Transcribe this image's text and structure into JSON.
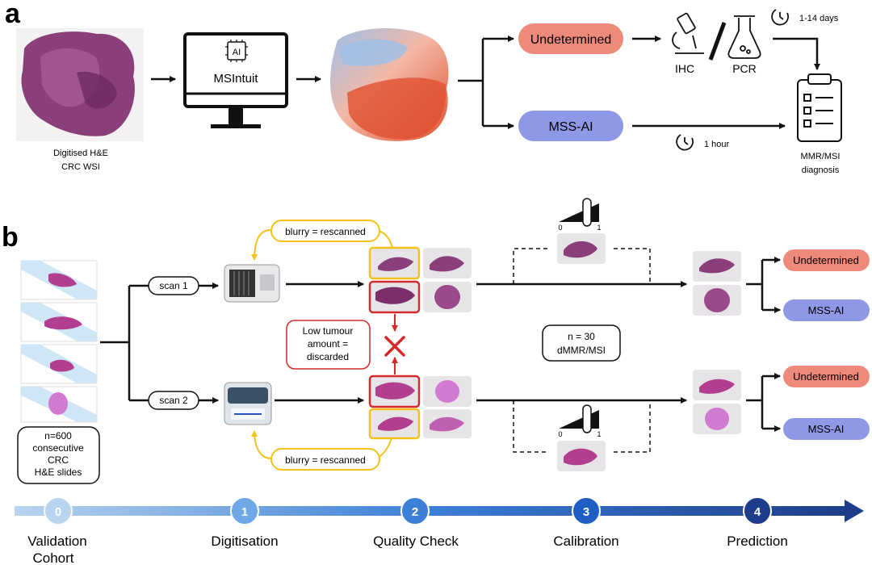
{
  "panel_a": {
    "letter": "a",
    "input_caption": [
      "Digitised H&E",
      "CRC WSI"
    ],
    "model_chip": "AI",
    "model_name": "MSIntuit",
    "outcome_undetermined": "Undetermined",
    "outcome_mss": "MSS-AI",
    "test_ihc": "IHC",
    "test_pcr": "PCR",
    "slow_time": "1-14 days",
    "fast_time": "1 hour",
    "diagnosis": [
      "MMR/MSI",
      "diagnosis"
    ]
  },
  "panel_b": {
    "letter": "b",
    "scan1": "scan 1",
    "scan2": "scan 2",
    "rescan_top": "blurry = rescanned",
    "rescan_bottom": "blurry = rescanned",
    "discard_note": [
      "Low tumour",
      "amount =",
      "discarded"
    ],
    "cohort": [
      "n=600",
      "consecutive",
      "CRC",
      "H&E slides"
    ],
    "n30": [
      "n = 30",
      "dMMR/MSI"
    ],
    "threshold_min": "0",
    "threshold_max": "1",
    "outcome_undetermined": "Undetermined",
    "outcome_mss": "MSS-AI"
  },
  "timeline": {
    "steps": [
      {
        "num": "0",
        "label": "Validation",
        "label2": "Cohort"
      },
      {
        "num": "1",
        "label": "Digitisation",
        "label2": ""
      },
      {
        "num": "2",
        "label": "Quality Check",
        "label2": ""
      },
      {
        "num": "3",
        "label": "Calibration",
        "label2": ""
      },
      {
        "num": "4",
        "label": "Prediction",
        "label2": ""
      }
    ]
  },
  "colors": {
    "undetermined": "#ee8a7a",
    "mss": "#8f98e6",
    "yellow": "#f4c21b",
    "red": "#d42a2a",
    "tissue": "#8a3f7a"
  }
}
